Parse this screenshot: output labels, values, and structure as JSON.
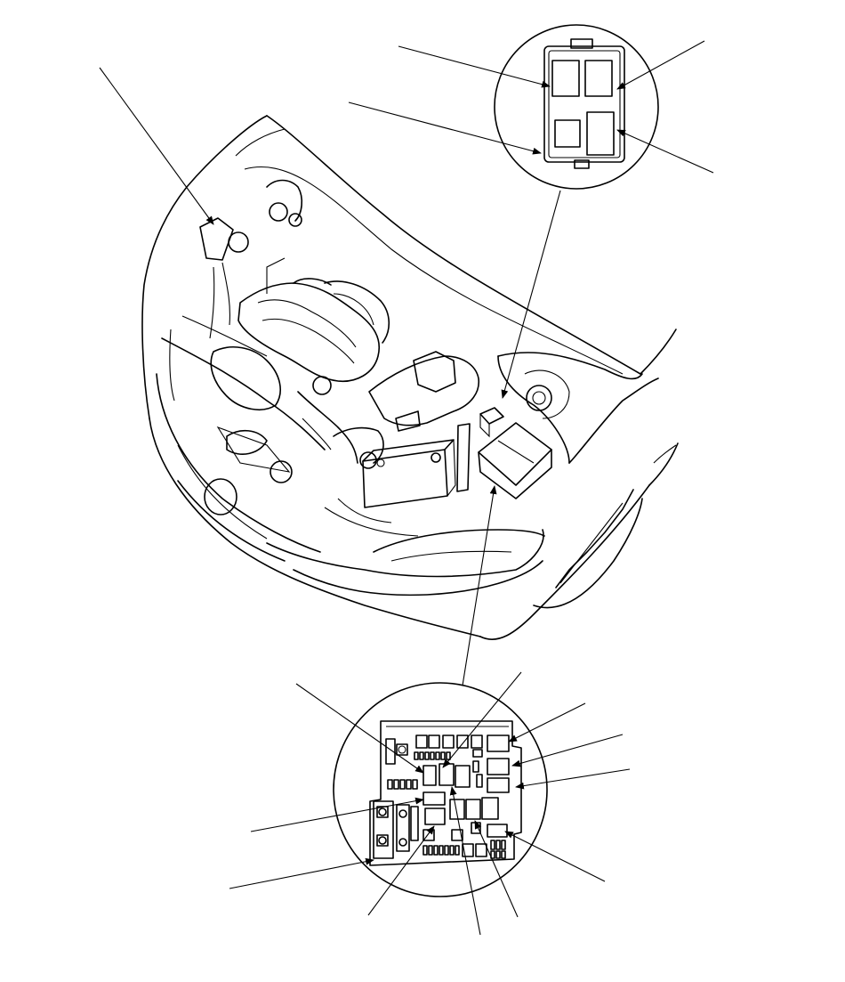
{
  "diagram": {
    "description_text": "",
    "line_color": "#000000",
    "background_color": "#ffffff",
    "callouts": {
      "relay_connector_detail": {
        "pointers": 4
      },
      "under_hood_fuse_relay_box_detail": {
        "pointers": 12
      },
      "left_engine_bay_component": {
        "pointers": 1
      }
    }
  }
}
